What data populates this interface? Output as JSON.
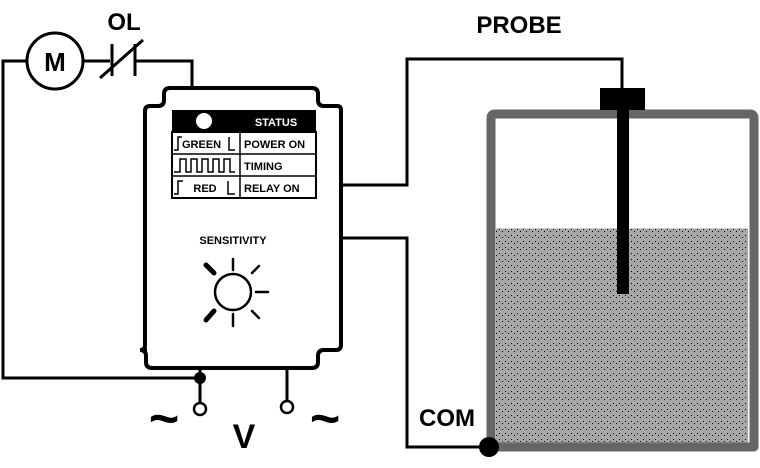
{
  "diagram": {
    "type": "liquid level control wiring diagram",
    "motor": {
      "label": "M"
    },
    "overload": {
      "label": "OL"
    },
    "probe": {
      "label": "PROBE"
    },
    "common": {
      "label": "COM"
    },
    "supply": {
      "left_symbol": "~",
      "voltage_label": "V",
      "right_symbol": "~"
    },
    "controller": {
      "status_header": "STATUS",
      "indicators": [
        {
          "signal": "GREEN",
          "meaning": "POWER ON"
        },
        {
          "signal": "",
          "meaning": "TIMING"
        },
        {
          "signal": "RED",
          "meaning": "RELAY ON"
        }
      ],
      "sensitivity_label": "SENSITIVITY"
    },
    "tank": {
      "liquid_level_fraction": 0.66
    },
    "colors": {
      "wire": "#000000",
      "tank_wall": "#666666",
      "liquid": "#a6a6a6"
    }
  }
}
